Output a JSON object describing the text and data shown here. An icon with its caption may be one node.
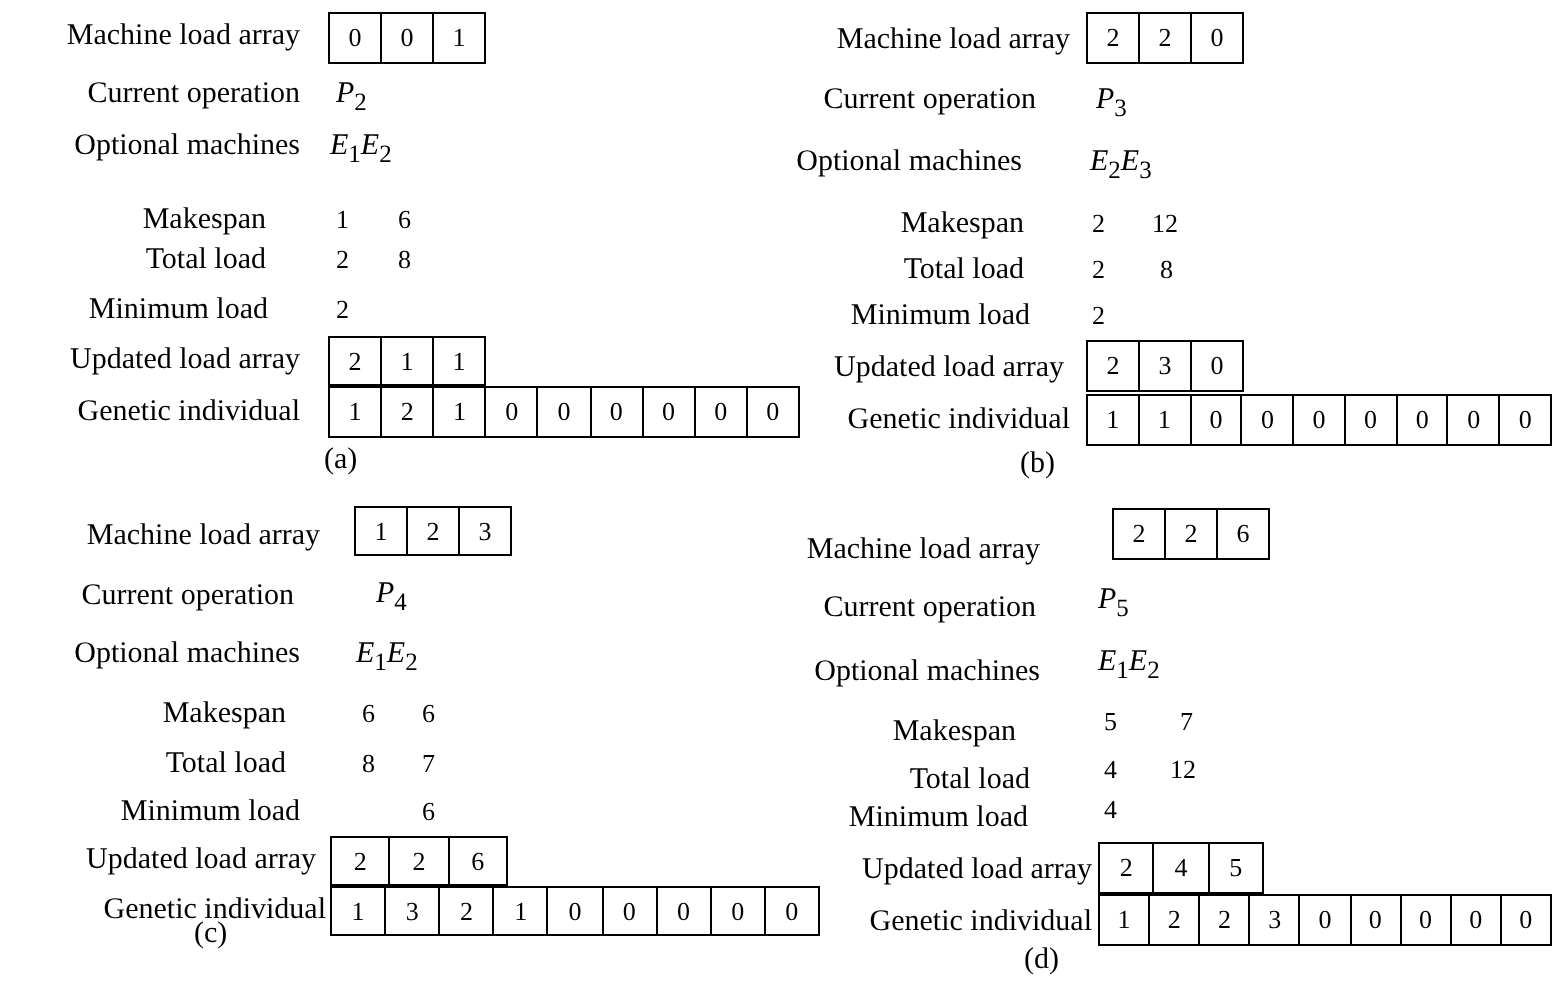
{
  "diagram": {
    "nodes": [
      {
        "text": [
          "0",
          "0",
          "1"
        ]
      },
      {
        "text": [
          "2",
          "1",
          "1"
        ]
      },
      {
        "text": [
          "1",
          "2",
          "1",
          "0",
          "0",
          "0",
          "0",
          "0",
          "0"
        ]
      },
      {
        "text": [
          "2",
          "2",
          "0"
        ]
      },
      {
        "text": [
          "2",
          "3",
          "0"
        ]
      },
      {
        "text": [
          "1",
          "1",
          "0",
          "0",
          "0",
          "0",
          "0",
          "0",
          "0"
        ]
      },
      {
        "text": [
          "1",
          "2",
          "3"
        ]
      },
      {
        "text": [
          "2",
          "2",
          "6"
        ]
      },
      {
        "text": [
          "1",
          "3",
          "2",
          "1",
          "0",
          "0",
          "0",
          "0",
          "0"
        ]
      },
      {
        "text": [
          "2",
          "2",
          "6"
        ]
      },
      {
        "text": [
          "2",
          "4",
          "5"
        ]
      },
      {
        "text": [
          "1",
          "2",
          "2",
          "3",
          "0",
          "0",
          "0",
          "0",
          "0"
        ]
      }
    ],
    "labels": [
      "Machine load array",
      "Current operation",
      "*P*$_{2}$",
      "Optional machines",
      "*E*$_{1}$*E*$_{2}$",
      "Makespan",
      "1",
      "6",
      "Total load",
      "2",
      "8",
      "Minimum load",
      "2",
      "Updated load array",
      "Genetic individual",
      "(a)",
      "Machine load array",
      "Current operation",
      "*P*$_{3}$",
      "Optional machines",
      "*E*$_{2}$*E*$_{3}$",
      "Makespan",
      "2",
      "12",
      "Total load",
      "2",
      "8",
      "Minimum load",
      "2",
      "Updated load array",
      "Genetic individual",
      "(b)",
      "Machine load array",
      "Current operation",
      "*P*$_{4}$",
      "Optional machines",
      "*E*$_{1}$*E*$_{2}$",
      "Makespan",
      "6",
      "6",
      "Total load",
      "8",
      "7",
      "Minimum load",
      "6",
      "Updated load array",
      "Genetic individual",
      "(c)",
      "Machine load array",
      "Current operation",
      "*P*$_{5}$",
      "Optional machines",
      "*E*$_{1}$*E*$_{2}$",
      "Makespan",
      "5",
      "7",
      "Total load",
      "4",
      "12",
      "Minimum load",
      "4",
      "Updated load array",
      "Genetic individual",
      "(d)"
    ]
  }
}
